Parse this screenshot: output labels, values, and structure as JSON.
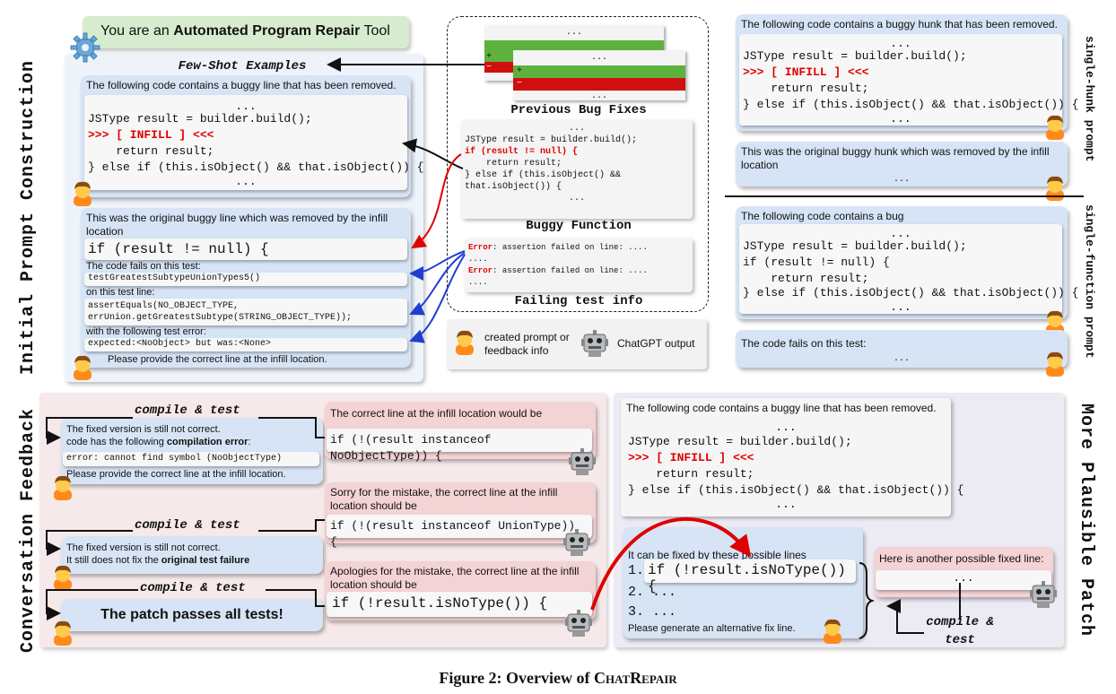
{
  "colors": {
    "user_bubble": "#d6e4f5",
    "bot_bubble": "#f4d3d5",
    "infill_red": "#e00000",
    "fix_green": "#5db23e",
    "bug_red": "#d01010",
    "arrow_blue": "#1f3fd1"
  },
  "icons": {
    "user": "person-avatar-icon",
    "bot": "robot-icon",
    "tool": "gear-icon"
  },
  "labels": {
    "initial": "Initial Prompt Construction",
    "conversation": "Conversation Feedback",
    "more_plausible": "More Plausible Patch",
    "single_hunk": "single-hunk prompt",
    "single_function": "single-function prompt"
  },
  "tool_banner": {
    "prefix": "You are an ",
    "bold": "Automated Program Repair",
    "suffix": " Tool"
  },
  "few_shot": {
    "title": "Few-Shot Examples",
    "intro": "The following code contains a buggy line that has been removed.",
    "dots": "...",
    "code_line1": "JSType result = builder.build();",
    "infill": ">>> [ INFILL ] <<<",
    "code_line3": "    return result;",
    "code_line4": "} else if (this.isObject() && that.isObject()) {",
    "dots2": "..."
  },
  "original": {
    "intro": "This was the original buggy line which was removed by the infill location",
    "code": "if (result != null) {",
    "fails": "The code fails on this test:",
    "test_name": "testGreatestSubtypeUnionTypes5()",
    "on_line": "on this test line:",
    "assert1": "assertEquals(NO_OBJECT_TYPE,",
    "assert2": "errUnion.getGreatestSubtype(STRING_OBJECT_TYPE));",
    "with_error": "with the following test error:",
    "error": "expected:<NoObject> but was:<None>",
    "please": "Please provide the correct line at the infill location."
  },
  "center": {
    "dots": "...",
    "plus": "+",
    "minus": "−",
    "prev_fixes": "Previous Bug Fixes",
    "buggy_fn": "Buggy Function",
    "fn_dots": "...",
    "fn1": "JSType result = builder.build();",
    "fn2": "if (result != null) {",
    "fn3": "    return result;",
    "fn4": "} else if (this.isObject() &&",
    "fn5": "that.isObject()) {",
    "fn_dots2": "...",
    "err_label": "Error",
    "err_text": ": assertion failed on line: ....",
    "err_dots": "....",
    "failing": "Failing test info",
    "legend_user": "created prompt or feedback info",
    "legend_bot": "ChatGPT output"
  },
  "hunk": {
    "intro": "The following code contains a buggy hunk that has been removed.",
    "dots": "...",
    "l1": "JSType result = builder.build();",
    "infill": ">>> [ INFILL ] <<<",
    "l3": "    return result;",
    "l4": "} else if (this.isObject() && that.isObject()) {",
    "dots2": "...",
    "orig": "This was the original buggy hunk which was removed by the infill location",
    "orig_dots": "..."
  },
  "func": {
    "intro": "The following code contains a bug",
    "dots": "...",
    "l1": "JSType result = builder.build();",
    "l2": "if (result != null) {",
    "l3": "    return result;",
    "l4": "} else if (this.isObject() && that.isObject()) {",
    "dots2": "...",
    "fails": "The code fails on this test:",
    "fails_dots": "..."
  },
  "conv": {
    "ct": "compile & test",
    "fb1_a": "The fixed version is still not correct.",
    "fb1_b": "code has the following ",
    "fb1_b_bold": "compilation error",
    "fb1_b_end": ":",
    "fb1_err": "error: cannot find symbol (NoObjectType)",
    "fb1_c": "Please provide the correct line at the infill location.",
    "bot1_a": "The correct line at the infill location would be",
    "bot1_code": "if (!(result instanceof NoObjectType)) {",
    "bot2_a": "Sorry for the mistake, the correct line at the infill location should be",
    "bot2_code": "if (!(result instanceof UnionType)) {",
    "fb2_a": "The fixed version is still not correct.",
    "fb2_b": "It still does not fix the ",
    "fb2_b_bold": "original test failure",
    "bot3_a": "Apologies for the mistake, the correct line at the infill location should be",
    "bot3_code": "if (!result.isNoType()) {",
    "pass": "The patch passes all tests!"
  },
  "plausible": {
    "intro": "The following code contains a buggy line that has been removed.",
    "dots": "...",
    "l1": "JSType result = builder.build();",
    "infill": ">>> [ INFILL ] <<<",
    "l3": "    return result;",
    "l4": "} else if (this.isObject() && that.isObject()) {",
    "dots2": "...",
    "can_fix": "It can be fixed by these possible lines",
    "n1": "1.",
    "fix1": "if (!result.isNoType()) {",
    "n2": "2. ...",
    "n3": "3. ...",
    "gen": "Please generate an alternative fix line.",
    "another": "Here is another possible fixed line:",
    "another_dots": "...",
    "ct": "compile &\ntest"
  },
  "caption": {
    "prefix": "Figure 2: Overview of ",
    "name": "ChatRepair"
  }
}
